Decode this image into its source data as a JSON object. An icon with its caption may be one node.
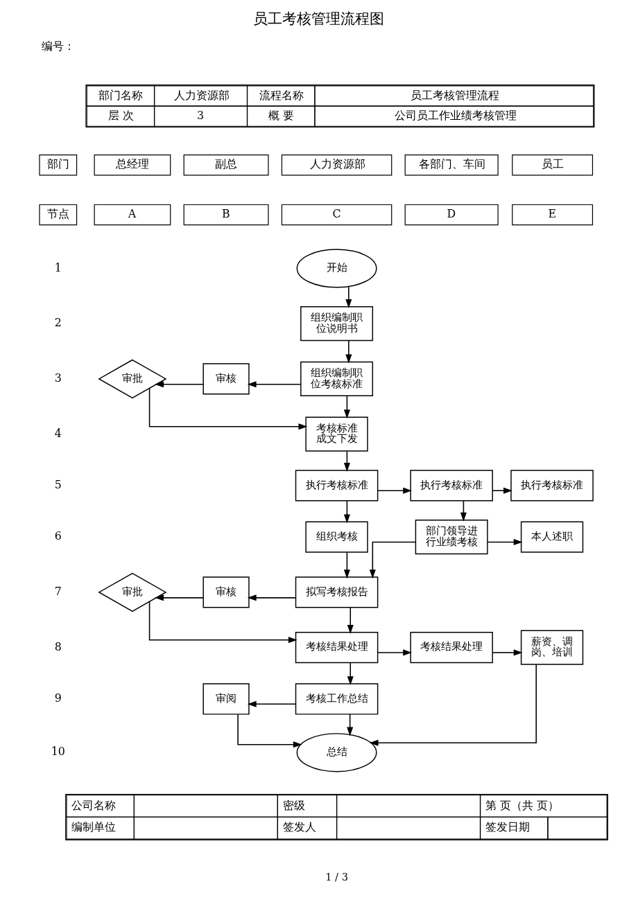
{
  "diagram": {
    "title": "员工考核管理流程图",
    "nodes": [
      {
        "text": [
          "开始"
        ]
      },
      {
        "text": [
          "组织编制职位说明书"
        ]
      },
      {
        "text": [
          "审批"
        ]
      },
      {
        "text": [
          "审核"
        ]
      },
      {
        "text": [
          "组织编制职位考核标准"
        ]
      },
      {
        "text": [
          "考核标准成文下发"
        ]
      },
      {
        "text": [
          "执行考核标准"
        ]
      },
      {
        "text": [
          "执行考核标准"
        ]
      },
      {
        "text": [
          "执行考核标准"
        ]
      },
      {
        "text": [
          "组织考核"
        ]
      },
      {
        "text": [
          "部门领导进行业绩考核"
        ]
      },
      {
        "text": [
          "本人述职"
        ]
      },
      {
        "text": [
          "审批"
        ]
      },
      {
        "text": [
          "审核"
        ]
      },
      {
        "text": [
          "拟写考核报告"
        ]
      },
      {
        "text": [
          "考核结果处理"
        ]
      },
      {
        "text": [
          "考核结果处理"
        ]
      },
      {
        "text": [
          "薪资、调岗、培训"
        ]
      },
      {
        "text": [
          "审阅"
        ]
      },
      {
        "text": [
          "考核工作总结"
        ]
      },
      {
        "text": [
          "总结"
        ]
      }
    ],
    "edges": [
      {
        "from": 0,
        "to": 1,
        "arrow": "to"
      },
      {
        "from": 1,
        "to": 4,
        "arrow": "to"
      },
      {
        "from": 4,
        "to": 3,
        "arrow": "to"
      },
      {
        "from": 3,
        "to": 2,
        "arrow": "to"
      },
      {
        "from": 2,
        "to": 5,
        "arrow": "to"
      },
      {
        "from": 4,
        "to": 5,
        "arrow": "to"
      },
      {
        "from": 5,
        "to": 6,
        "arrow": "to"
      },
      {
        "from": 6,
        "to": 7,
        "arrow": "to"
      },
      {
        "from": 7,
        "to": 8,
        "arrow": "to"
      },
      {
        "from": 6,
        "to": 9,
        "arrow": "to"
      },
      {
        "from": 7,
        "to": 10,
        "arrow": "to"
      },
      {
        "from": 10,
        "to": 11,
        "arrow": "to"
      },
      {
        "from": 9,
        "to": 14,
        "arrow": "to"
      },
      {
        "from": 10,
        "to": 14,
        "arrow": "to"
      },
      {
        "from": 14,
        "to": 13,
        "arrow": "to"
      },
      {
        "from": 13,
        "to": 12,
        "arrow": "to"
      },
      {
        "from": 12,
        "to": 15,
        "arrow": "to"
      },
      {
        "from": 14,
        "to": 15,
        "arrow": "to"
      },
      {
        "from": 15,
        "to": 16,
        "arrow": "to"
      },
      {
        "from": 16,
        "to": 17,
        "arrow": "to"
      },
      {
        "from": 15,
        "to": 19,
        "arrow": "to"
      },
      {
        "from": 19,
        "to": 18,
        "arrow": "to"
      },
      {
        "from": 18,
        "to": 20,
        "arrow": "to"
      },
      {
        "from": 19,
        "to": 20,
        "arrow": "to"
      },
      {
        "from": 17,
        "to": 20,
        "arrow": "to"
      }
    ],
    "labels": [
      "编号：",
      "部门名称",
      "人力资源部",
      "流程名称",
      "员工考核管理流程",
      "层 次",
      "3",
      "概 要",
      "公司员工作业绩考核管理",
      "部门",
      "总经理",
      "副总",
      "人力资源部",
      "各部门、车间",
      "员工",
      "节点",
      "A",
      "B",
      "C",
      "D",
      "E",
      "1",
      "2",
      "3",
      "4",
      "5",
      "6",
      "7",
      "8",
      "9",
      "10",
      "公司名称",
      "密级",
      "第 页（共 页）",
      "编制单位",
      "签发人",
      "签发日期",
      "1 / 3"
    ]
  }
}
